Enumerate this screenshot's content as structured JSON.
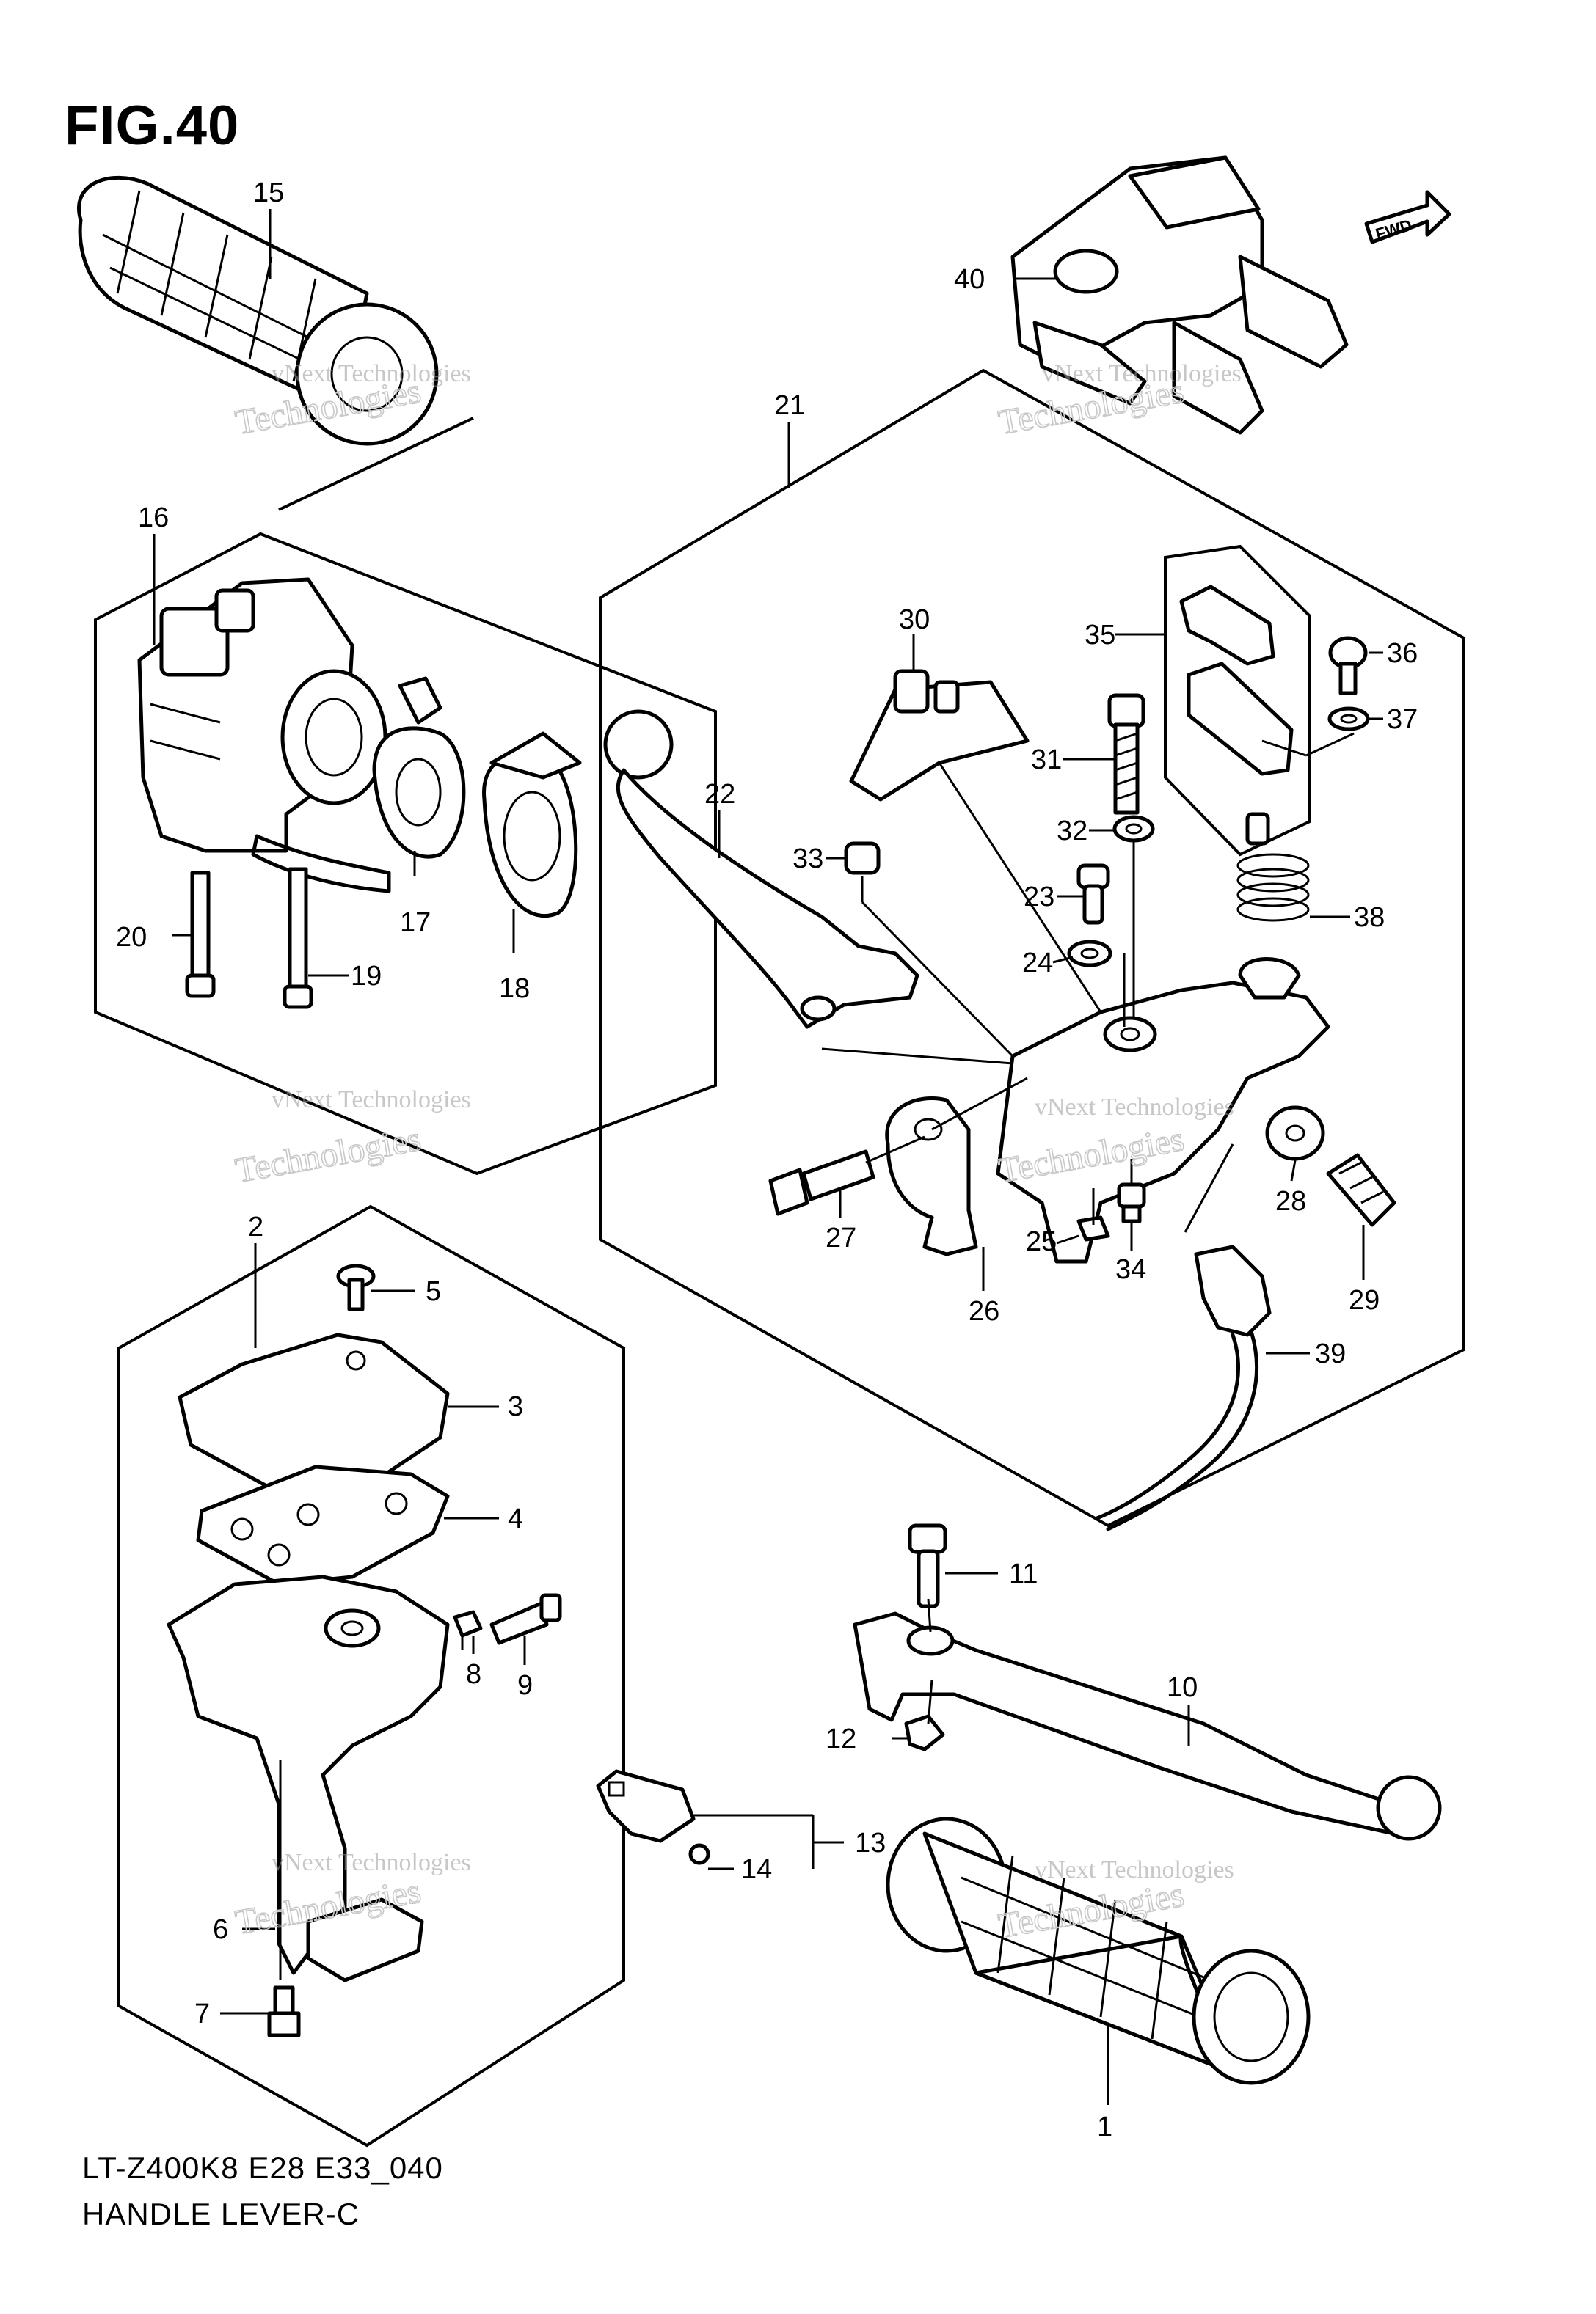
{
  "figure": {
    "title": "FIG.40",
    "model_code": "LT-Z400K8 E28 E33_040",
    "name": "HANDLE LEVER-C",
    "fwd_label": "FWD"
  },
  "watermark": {
    "line1": "vNext Technologies",
    "line2": "Technologies"
  },
  "callouts": [
    {
      "id": "1",
      "label": "1"
    },
    {
      "id": "2",
      "label": "2"
    },
    {
      "id": "3",
      "label": "3"
    },
    {
      "id": "4",
      "label": "4"
    },
    {
      "id": "5",
      "label": "5"
    },
    {
      "id": "6",
      "label": "6"
    },
    {
      "id": "7",
      "label": "7"
    },
    {
      "id": "8",
      "label": "8"
    },
    {
      "id": "9",
      "label": "9"
    },
    {
      "id": "10",
      "label": "10"
    },
    {
      "id": "11",
      "label": "11"
    },
    {
      "id": "12",
      "label": "12"
    },
    {
      "id": "13",
      "label": "13"
    },
    {
      "id": "14",
      "label": "14"
    },
    {
      "id": "15",
      "label": "15"
    },
    {
      "id": "16",
      "label": "16"
    },
    {
      "id": "17",
      "label": "17"
    },
    {
      "id": "18",
      "label": "18"
    },
    {
      "id": "19",
      "label": "19"
    },
    {
      "id": "20",
      "label": "20"
    },
    {
      "id": "21",
      "label": "21"
    },
    {
      "id": "22",
      "label": "22"
    },
    {
      "id": "23",
      "label": "23"
    },
    {
      "id": "24",
      "label": "24"
    },
    {
      "id": "25",
      "label": "25"
    },
    {
      "id": "26",
      "label": "26"
    },
    {
      "id": "27",
      "label": "27"
    },
    {
      "id": "28",
      "label": "28"
    },
    {
      "id": "29",
      "label": "29"
    },
    {
      "id": "30",
      "label": "30"
    },
    {
      "id": "31",
      "label": "31"
    },
    {
      "id": "32",
      "label": "32"
    },
    {
      "id": "33",
      "label": "33"
    },
    {
      "id": "34",
      "label": "34"
    },
    {
      "id": "35",
      "label": "35"
    },
    {
      "id": "36",
      "label": "36"
    },
    {
      "id": "37",
      "label": "37"
    },
    {
      "id": "38",
      "label": "38"
    },
    {
      "id": "39",
      "label": "39"
    },
    {
      "id": "40",
      "label": "40"
    }
  ]
}
